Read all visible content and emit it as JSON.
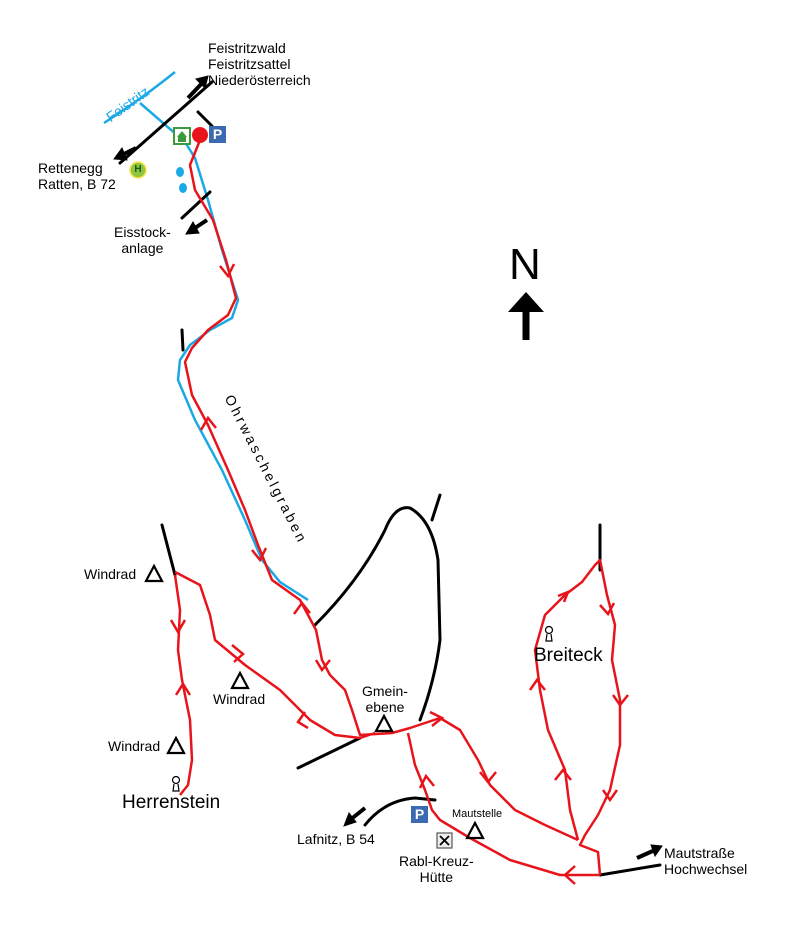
{
  "labels": {
    "north": "N",
    "feistritz_river": "Feistritz",
    "north_destinations": [
      "Feistritzwald",
      "Feistritzsattel",
      "Niederösterreich"
    ],
    "west_destinations": [
      "Rettenegg",
      "Ratten, B 72"
    ],
    "eisstock": [
      "Eisstock-",
      "anlage"
    ],
    "valley": "Ohrwaschelgraben",
    "windrad_1": "Windrad",
    "windrad_2": "Windrad",
    "windrad_3": "Windrad",
    "gmeinebene": [
      "Gmein-",
      "ebene"
    ],
    "breiteck": "Breiteck",
    "herrenstein": "Herrenstein",
    "lafnitz": "Lafnitz, B 54",
    "mautstelle": "Mautstelle",
    "rabl": [
      "Rabl-Kreuz-",
      "Hütte"
    ],
    "mautstrasse": [
      "Mautstraße",
      "Hochwechsel"
    ]
  },
  "icons": {
    "parking": "P",
    "bus_stop": "H",
    "colors": {
      "route": "#e8141b",
      "river": "#1aa8e6",
      "road": "#000000",
      "parking_bg": "#3a6bb0",
      "bus_stop": "#8ec63f",
      "hut": "#3c9a3c"
    }
  }
}
